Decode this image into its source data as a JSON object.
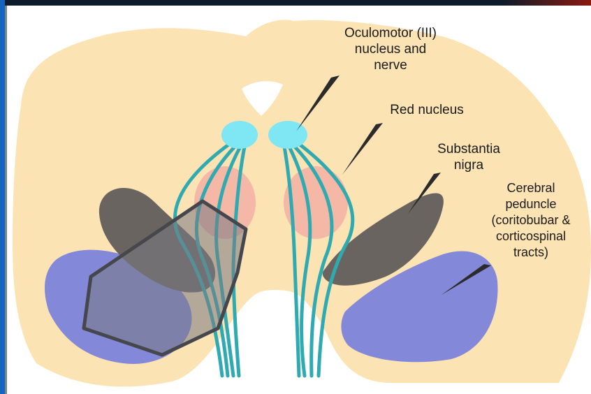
{
  "colors": {
    "frame_blue": "#1565c0",
    "frame_dark": "#0d1b2a",
    "frame_red": "#8b1a10",
    "midbrain": "#fce3b4",
    "background": "#ffffff",
    "oculomotor_nucleus": "#7fe6f4",
    "nerve_fibers": "#2faab0",
    "red_nucleus": "#f5b7a6",
    "substantia_nigra": "#6a6460",
    "cerebral_peduncle": "#8488d8",
    "lesion_outline": "#45474d",
    "pointer": "#2b2b2b"
  },
  "labels": {
    "oculomotor": "Oculomotor (III)\nnucleus and\nnerve",
    "red_nucleus": "Red nucleus",
    "substantia_nigra": "Substantia\nnigra",
    "cerebral_peduncle": "Cerebral\npeduncle\n(coritobubar &\ncorticospinal\ntracts)"
  }
}
